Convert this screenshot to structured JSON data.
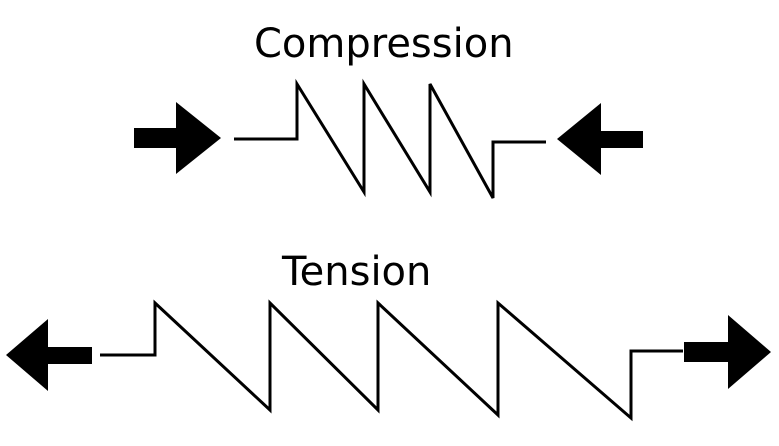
{
  "diagram": {
    "compression": {
      "label": "Compression",
      "force_direction": "inward"
    },
    "tension": {
      "label": "Tension",
      "force_direction": "outward"
    },
    "colors": {
      "ink": "#000000",
      "background": "#ffffff"
    }
  }
}
